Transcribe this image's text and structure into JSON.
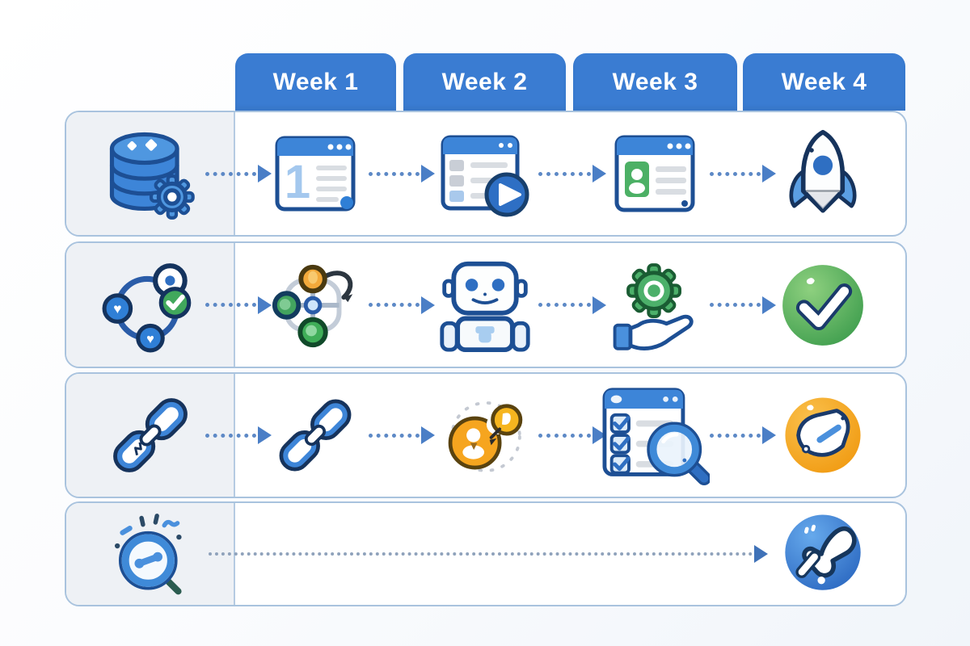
{
  "header": {
    "tabs": [
      {
        "label": "Week 1"
      },
      {
        "label": "Week 2"
      },
      {
        "label": "Week 3"
      },
      {
        "label": "Week 4"
      }
    ]
  },
  "rows": [
    {
      "id": "row-1",
      "lead_icon": "database-gear-icon",
      "cells": [
        {
          "week": "Week 1",
          "icon": "browser-step1-icon"
        },
        {
          "week": "Week 2",
          "icon": "browser-play-icon"
        },
        {
          "week": "Week 3",
          "icon": "browser-profile-icon"
        },
        {
          "week": "Week 4",
          "icon": "rocket-icon"
        }
      ],
      "arrows": [
        "dotted-arrow",
        "dotted-arrow",
        "dotted-arrow",
        "dotted-arrow"
      ]
    },
    {
      "id": "row-2",
      "lead_icon": "cycle-nodes-icon",
      "cells": [
        {
          "week": "Week 1",
          "icon": "graph-nodes-icon"
        },
        {
          "week": "Week 2",
          "icon": "robot-icon"
        },
        {
          "week": "Week 3",
          "icon": "gear-hand-icon"
        },
        {
          "week": "Week 4",
          "icon": "check-circle-icon"
        }
      ],
      "arrows": [
        "dotted-arrow",
        "dotted-arrow",
        "dotted-arrow",
        "dotted-arrow"
      ]
    },
    {
      "id": "row-3",
      "lead_icon": "broken-chain-icon",
      "cells": [
        {
          "week": "Week 1",
          "icon": "chain-link-icon"
        },
        {
          "week": "Week 2",
          "icon": "user-merge-icon"
        },
        {
          "week": "Week 3",
          "icon": "checklist-magnifier-icon"
        },
        {
          "week": "Week 4",
          "icon": "gauge-badge-icon"
        }
      ],
      "arrows": [
        "dotted-arrow",
        "dotted-arrow",
        "dotted-arrow",
        "dotted-arrow"
      ]
    },
    {
      "id": "row-4",
      "lead_icon": "search-insight-icon",
      "cells": [
        {
          "week": "Week 4",
          "icon": "click-badge-icon"
        }
      ],
      "arrows": [
        "long-dotted-arrow"
      ]
    }
  ],
  "colors": {
    "tab_blue": "#3a7cd2",
    "arrow_blue": "#4a7ec6",
    "arrow_gray_blue": "#8fa2bb",
    "row_border": "#a9c3de",
    "lead_column_bg": "#eef1f5",
    "icon_blue": "#3d85d8",
    "icon_navy": "#1d4f94",
    "icon_green": "#4cb065",
    "icon_orange": "#f5a623"
  }
}
